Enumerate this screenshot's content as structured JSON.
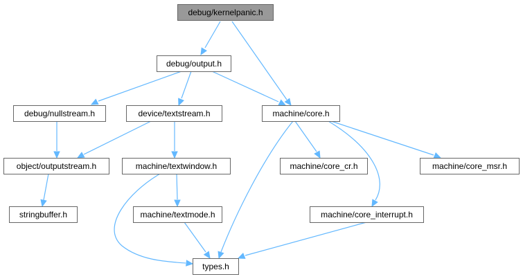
{
  "diagram": {
    "accent_color": "#63b8ff",
    "root_fill": "#999999",
    "nodes": [
      {
        "id": "kernelpanic",
        "label": "debug/kernelpanic.h",
        "root": true
      },
      {
        "id": "output",
        "label": "debug/output.h"
      },
      {
        "id": "nullstream",
        "label": "debug/nullstream.h"
      },
      {
        "id": "textstream",
        "label": "device/textstream.h"
      },
      {
        "id": "core",
        "label": "machine/core.h"
      },
      {
        "id": "outputstream",
        "label": "object/outputstream.h"
      },
      {
        "id": "textwindow",
        "label": "machine/textwindow.h"
      },
      {
        "id": "core_cr",
        "label": "machine/core_cr.h"
      },
      {
        "id": "core_msr",
        "label": "machine/core_msr.h"
      },
      {
        "id": "stringbuffer",
        "label": "stringbuffer.h"
      },
      {
        "id": "textmode",
        "label": "machine/textmode.h"
      },
      {
        "id": "core_interrupt",
        "label": "machine/core_interrupt.h"
      },
      {
        "id": "types",
        "label": "types.h"
      }
    ],
    "edges": [
      {
        "from": "kernelpanic",
        "to": "output"
      },
      {
        "from": "kernelpanic",
        "to": "core"
      },
      {
        "from": "output",
        "to": "nullstream"
      },
      {
        "from": "output",
        "to": "textstream"
      },
      {
        "from": "output",
        "to": "core"
      },
      {
        "from": "nullstream",
        "to": "outputstream"
      },
      {
        "from": "textstream",
        "to": "outputstream"
      },
      {
        "from": "textstream",
        "to": "textwindow"
      },
      {
        "from": "outputstream",
        "to": "stringbuffer"
      },
      {
        "from": "textwindow",
        "to": "textmode"
      },
      {
        "from": "textwindow",
        "to": "types"
      },
      {
        "from": "textmode",
        "to": "types"
      },
      {
        "from": "core",
        "to": "types"
      },
      {
        "from": "core",
        "to": "core_cr"
      },
      {
        "from": "core",
        "to": "core_interrupt"
      },
      {
        "from": "core",
        "to": "core_msr"
      },
      {
        "from": "core_interrupt",
        "to": "types"
      }
    ]
  }
}
